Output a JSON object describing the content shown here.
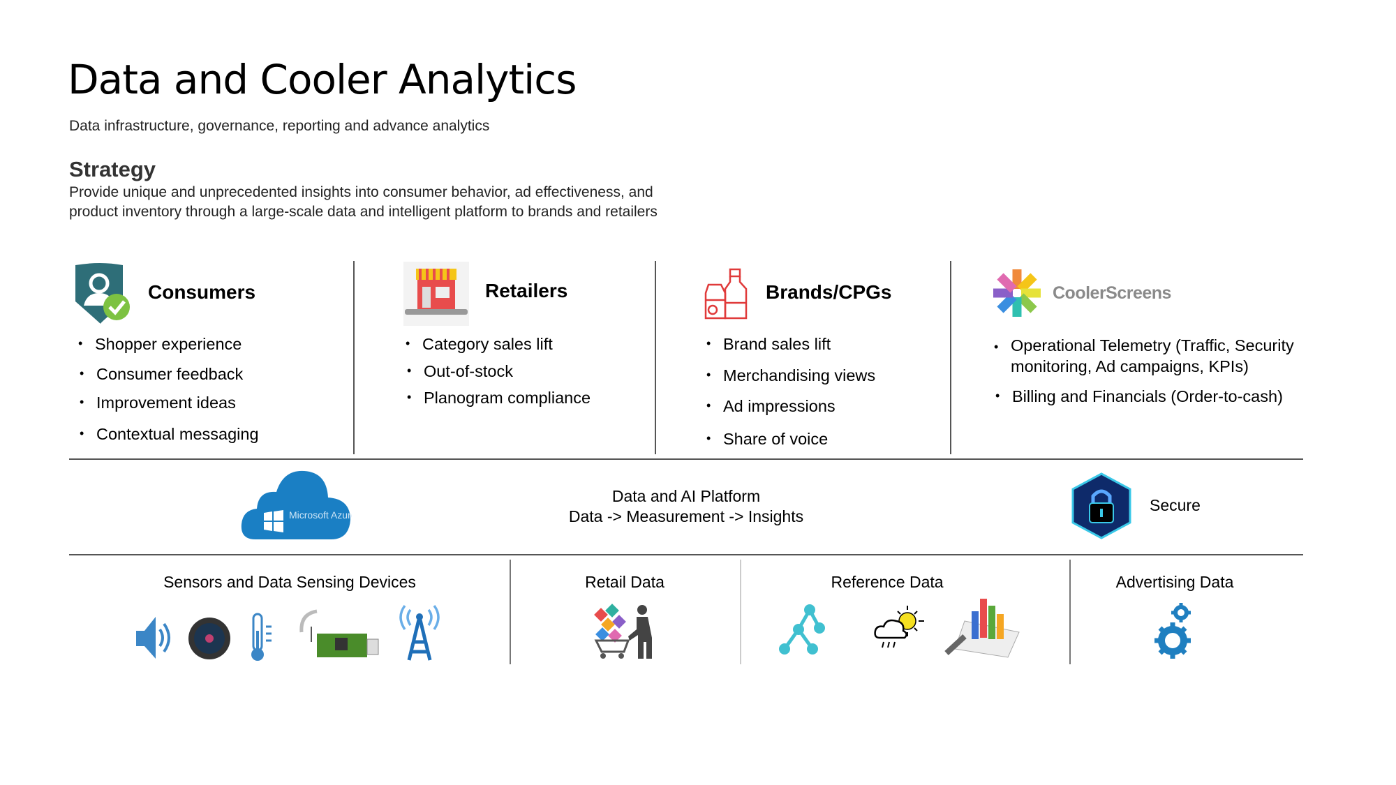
{
  "title": "Data and Cooler Analytics",
  "subtitle": "Data infrastructure, governance, reporting and advance analytics",
  "strategy": {
    "heading": "Strategy",
    "line1": "Provide unique and unprecedented insights into consumer behavior, ad effectiveness, and",
    "line2": "product inventory through a large-scale data and intelligent platform to brands and retailers"
  },
  "columns": [
    {
      "heading": "Consumers",
      "icon": "user-check-shield-icon",
      "items": [
        "Shopper experience",
        "Consumer feedback",
        "Improvement ideas",
        "Contextual messaging"
      ]
    },
    {
      "heading": "Retailers",
      "icon": "storefront-icon",
      "items": [
        "Category sales lift",
        "Out-of-stock",
        "Planogram compliance"
      ]
    },
    {
      "heading": "Brands/CPGs",
      "icon": "product-bottles-icon",
      "items": [
        "Brand sales lift",
        "Merchandising views",
        "Ad impressions",
        "Share of voice"
      ]
    },
    {
      "heading": "CoolerScreens",
      "icon": "cooler-screens-logo",
      "items": [
        "Operational Telemetry (Traffic, Security monitoring, Ad campaigns, KPIs)",
        "Billing and Financials (Order-to-cash)"
      ]
    }
  ],
  "platform": {
    "azure_logo": "Microsoft Azure",
    "line1": "Data and AI Platform",
    "line2": "Data -> Measurement -> Insights",
    "secure": "Secure"
  },
  "sources": [
    "Sensors and Data Sensing Devices",
    "Retail Data",
    "Reference Data",
    "Advertising Data"
  ],
  "colors": {
    "azure": "#1a7fc4",
    "teal": "#2e6e78",
    "green": "#7dc242",
    "red": "#e03a3a",
    "gray_logo": "#8a8a8a"
  }
}
